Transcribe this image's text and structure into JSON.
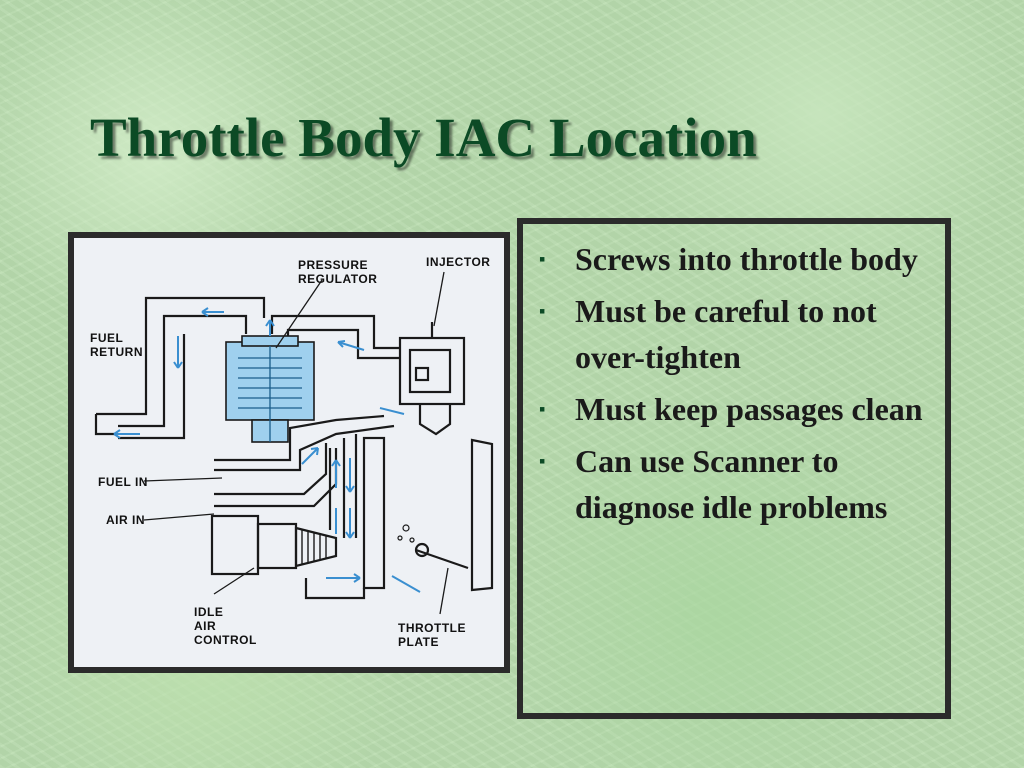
{
  "slide": {
    "title": "Throttle Body IAC Location"
  },
  "diagram": {
    "labels": {
      "pressure_regulator_1": "PRESSURE",
      "pressure_regulator_2": "REGULATOR",
      "injector": "INJECTOR",
      "fuel_return_1": "FUEL",
      "fuel_return_2": "RETURN",
      "fuel_in": "FUEL IN",
      "air_in": "AIR IN",
      "idle_air_control_1": "IDLE",
      "idle_air_control_2": "AIR",
      "idle_air_control_3": "CONTROL",
      "throttle_plate_1": "THROTTLE",
      "throttle_plate_2": "PLATE"
    },
    "colors": {
      "flow": "#3a8fd0",
      "regulator": "#9fd0ee",
      "line": "#1a1a1a"
    }
  },
  "bullets": [
    "Screws into throttle body",
    "Must be careful to not over-tighten",
    "Must keep passages clean",
    "Can use Scanner to diagnose idle problems"
  ],
  "bullet_marker": "▪"
}
